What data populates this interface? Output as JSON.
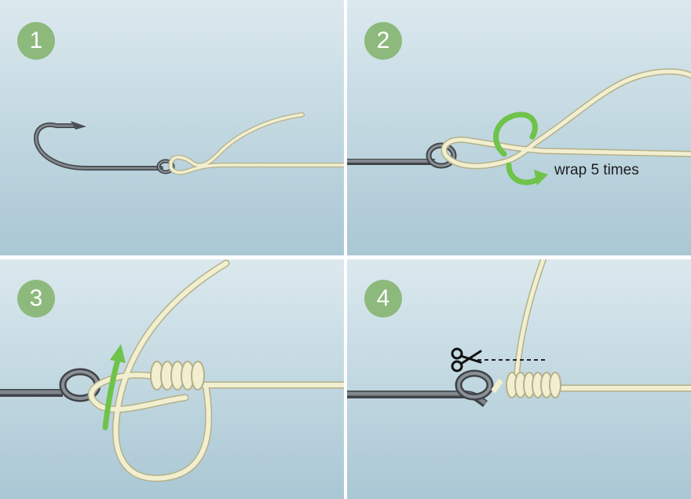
{
  "steps": [
    {
      "number": "1"
    },
    {
      "number": "2",
      "label": "wrap 5 times"
    },
    {
      "number": "3"
    },
    {
      "number": "4"
    }
  ],
  "colors": {
    "water_top": "#dbe9ee",
    "water_bottom": "#a9c7d4",
    "line": "#f1efcf",
    "line_outline": "#b4b08a",
    "hook": "#6b7076",
    "badge": "#8db97c",
    "arrow": "#6ec34a"
  },
  "icons": [
    "scissors-icon",
    "rotate-arrow-icon",
    "up-arrow-icon"
  ]
}
